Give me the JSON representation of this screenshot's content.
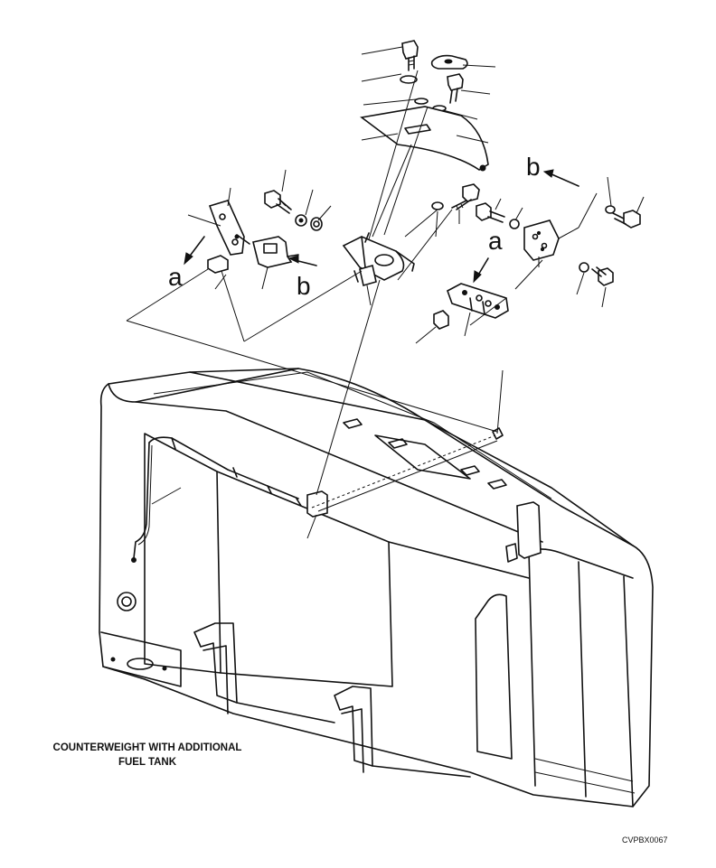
{
  "caption": {
    "line1": "COUNTERWEIGHT WITH ADDITIONAL",
    "line2": "FUEL TANK"
  },
  "drawing_code": "CVPBX0067",
  "callouts": {
    "a_left": "a",
    "a_right": "a",
    "b_left": "b",
    "b_right": "b"
  }
}
